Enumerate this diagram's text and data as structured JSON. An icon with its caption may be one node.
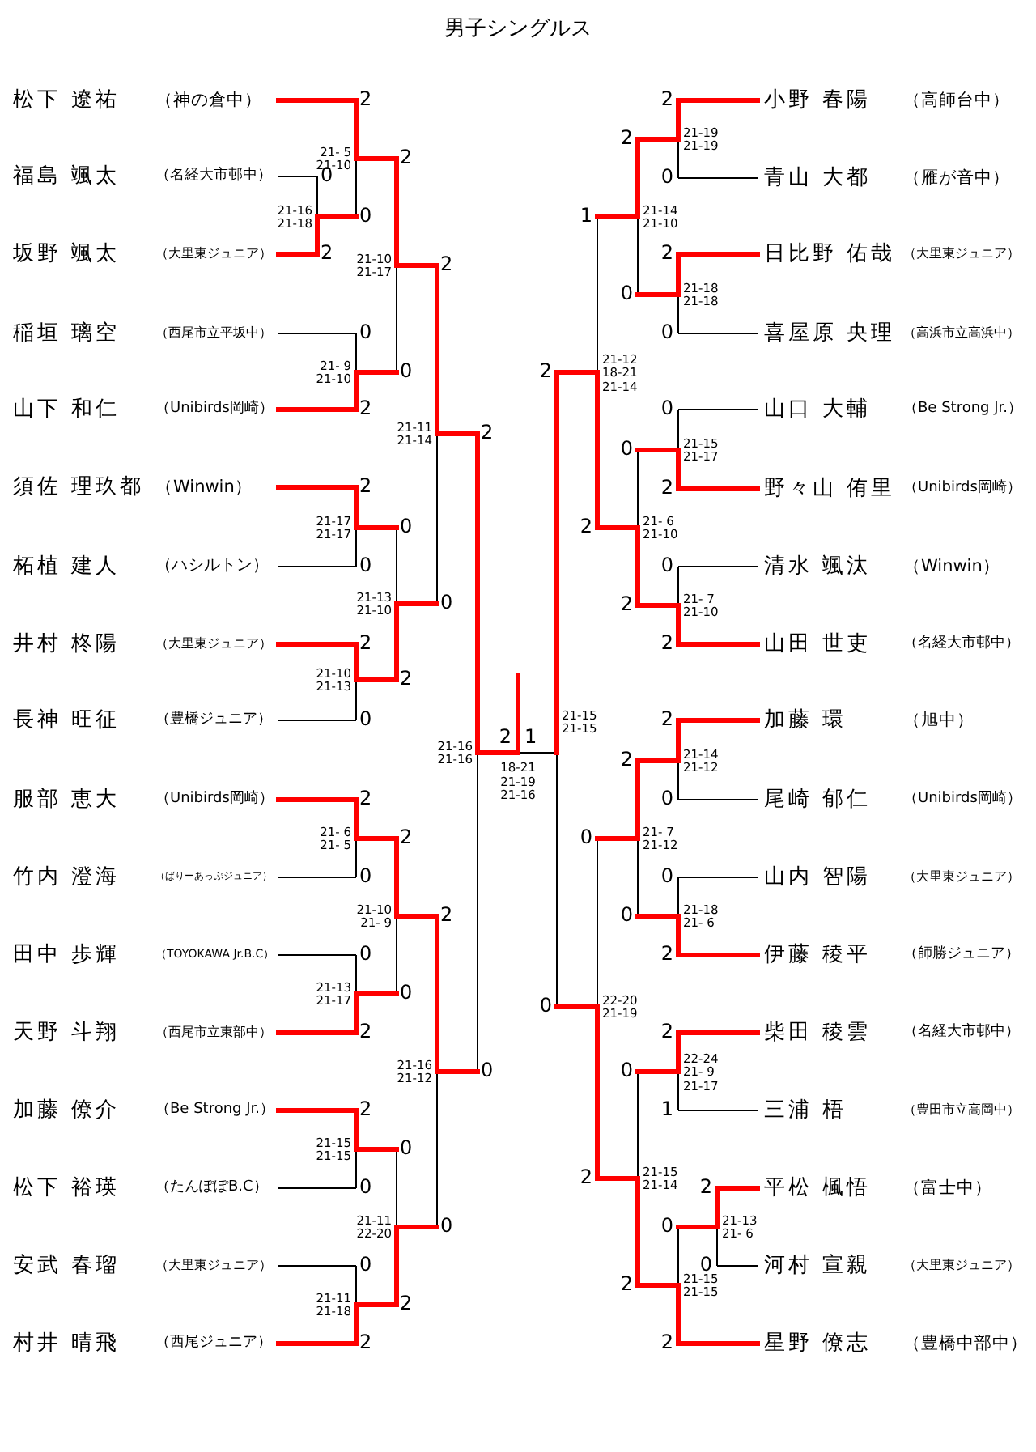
{
  "diagram": {
    "title": "男子シングルス",
    "labels": [
      "松下 遼祐",
      "（神の倉中）",
      "福島 颯太",
      "（名経大市邨中）",
      "坂野 颯太",
      "（大里東ジュニア）",
      "稲垣 璃空",
      "（西尾市立平坂中）",
      "山下 和仁",
      "（Unibirds岡崎）",
      "須佐 理玖都",
      "（Winwin）",
      "柘植 建人",
      "（ハシルトン）",
      "井村 柊陽",
      "（大里東ジュニア）",
      "長神 旺征",
      "（豊橋ジュニア）",
      "服部 恵大",
      "（Unibirds岡崎）",
      "竹内 澄海",
      "（ばりーあっぷジュニア）",
      "田中 歩輝",
      "（TOYOKAWA Jr.B.C）",
      "天野 斗翔",
      "（西尾市立東部中）",
      "加藤 僚介",
      "（Be Strong Jr.）",
      "松下 裕瑛",
      "（たんぽぽB.C）",
      "安武 春瑠",
      "（大里東ジュニア）",
      "村井 晴飛",
      "（西尾ジュニア）",
      "小野 春陽",
      "（高師台中）",
      "青山 大都",
      "（雁が音中）",
      "日比野 佑哉",
      "（大里東ジュニア）",
      "喜屋原 央理",
      "（高浜市立高浜中）",
      "山口 大輔",
      "（Be Strong Jr.）",
      "野々山 侑里",
      "（Unibirds岡崎）",
      "清水 颯汰",
      "（Winwin）",
      "山田 世吏",
      "（名経大市邨中）",
      "加藤 環",
      "（旭中）",
      "尾崎 郁仁",
      "（Unibirds岡崎）",
      "山内 智陽",
      "（大里東ジュニア）",
      "伊藤 稜平",
      "（師勝ジュニア）",
      "柴田 稜雲",
      "（名経大市邨中）",
      "三浦 梧",
      "（豊田市立高岡中）",
      "平松 楓悟",
      "（富士中）",
      "河村 宣親",
      "（大里東ジュニア）",
      "星野 僚志",
      "（豊橋中部中）",
      "0",
      "2",
      "21-16",
      "21-18",
      "2",
      "0",
      "21- 5",
      "21-10",
      "0",
      "2",
      "21- 9",
      "21-10",
      "2",
      "0",
      "21-17",
      "21-17",
      "2",
      "0",
      "21-10",
      "21-13",
      "2",
      "0",
      "21- 6",
      "21- 5",
      "0",
      "2",
      "21-13",
      "21-17",
      "2",
      "0",
      "21-15",
      "21-15",
      "0",
      "2",
      "21-11",
      "21-18",
      "2",
      "0",
      "21-10",
      "21-17",
      "0",
      "2",
      "21-13",
      "21-10",
      "2",
      "0",
      "21-10",
      "21- 9",
      "0",
      "2",
      "21-11",
      "22-20",
      "2",
      "0",
      "21-11",
      "21-14",
      "2",
      "0",
      "21-16",
      "21-12",
      "2",
      "0",
      "21-16",
      "21-16",
      "2",
      "0",
      "21-19",
      "21-19",
      "2",
      "0",
      "21-18",
      "21-18",
      "0",
      "2",
      "21-15",
      "21-17",
      "0",
      "2",
      "21- 7",
      "21-10",
      "2",
      "0",
      "21-14",
      "21-12",
      "0",
      "2",
      "21-18",
      "21- 6",
      "2",
      "1",
      "22-24",
      "21- 9",
      "21-17",
      "2",
      "0",
      "21-13",
      "21- 6",
      "0",
      "2",
      "21-15",
      "21-15",
      "2",
      "0",
      "21-14",
      "21-10",
      "0",
      "2",
      "21- 6",
      "21-10",
      "2",
      "0",
      "21- 7",
      "21-12",
      "0",
      "2",
      "21-15",
      "21-14",
      "1",
      "2",
      "21-12",
      "18-21",
      "21-14",
      "0",
      "2",
      "22-20",
      "21-19",
      "2",
      "0",
      "21-15",
      "21-15",
      "2",
      "1",
      "18-21",
      "21-19",
      "21-16"
    ]
  }
}
